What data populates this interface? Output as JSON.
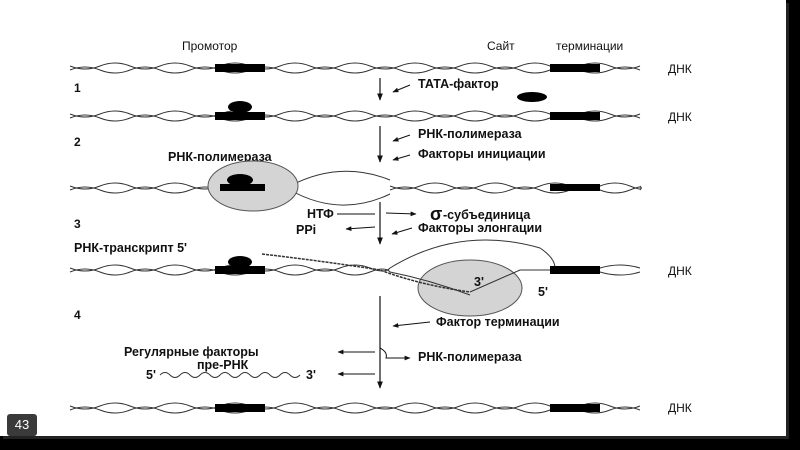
{
  "labels": {
    "promoter": "Промотор",
    "site": "Сайт",
    "termination": "терминации",
    "dna": "ДНК",
    "tata_factor": "ТАТА-фактор",
    "rna_polymerase_arrow": "РНК-полимераза",
    "init_factors": "Факторы инициации",
    "rna_polymerase_bubble": "РНК-полимераза",
    "ntp": "НТФ",
    "ppi": "PPi",
    "sigma_symbol": "σ",
    "sigma_subunit": "-субъединица",
    "elong_factors": "Факторы элонгации",
    "rna_transcript": "РНК-транскрипт 5'",
    "three_prime": "3'",
    "five_prime": "5'",
    "term_factor": "Фактор терминации",
    "reg_factors": "Регулярные факторы",
    "pre_rna": "пре-РНК",
    "rna_pol_release": "РНК-полимераза",
    "pre_5": "5'",
    "pre_3": "3'"
  },
  "steps": [
    "1",
    "2",
    "3",
    "4"
  ],
  "page_number": "43",
  "colors": {
    "slide_bg": "#ffffff",
    "frame_bg": "#000000",
    "bubble_fill": "#d4d4d4",
    "ink": "#111111"
  }
}
